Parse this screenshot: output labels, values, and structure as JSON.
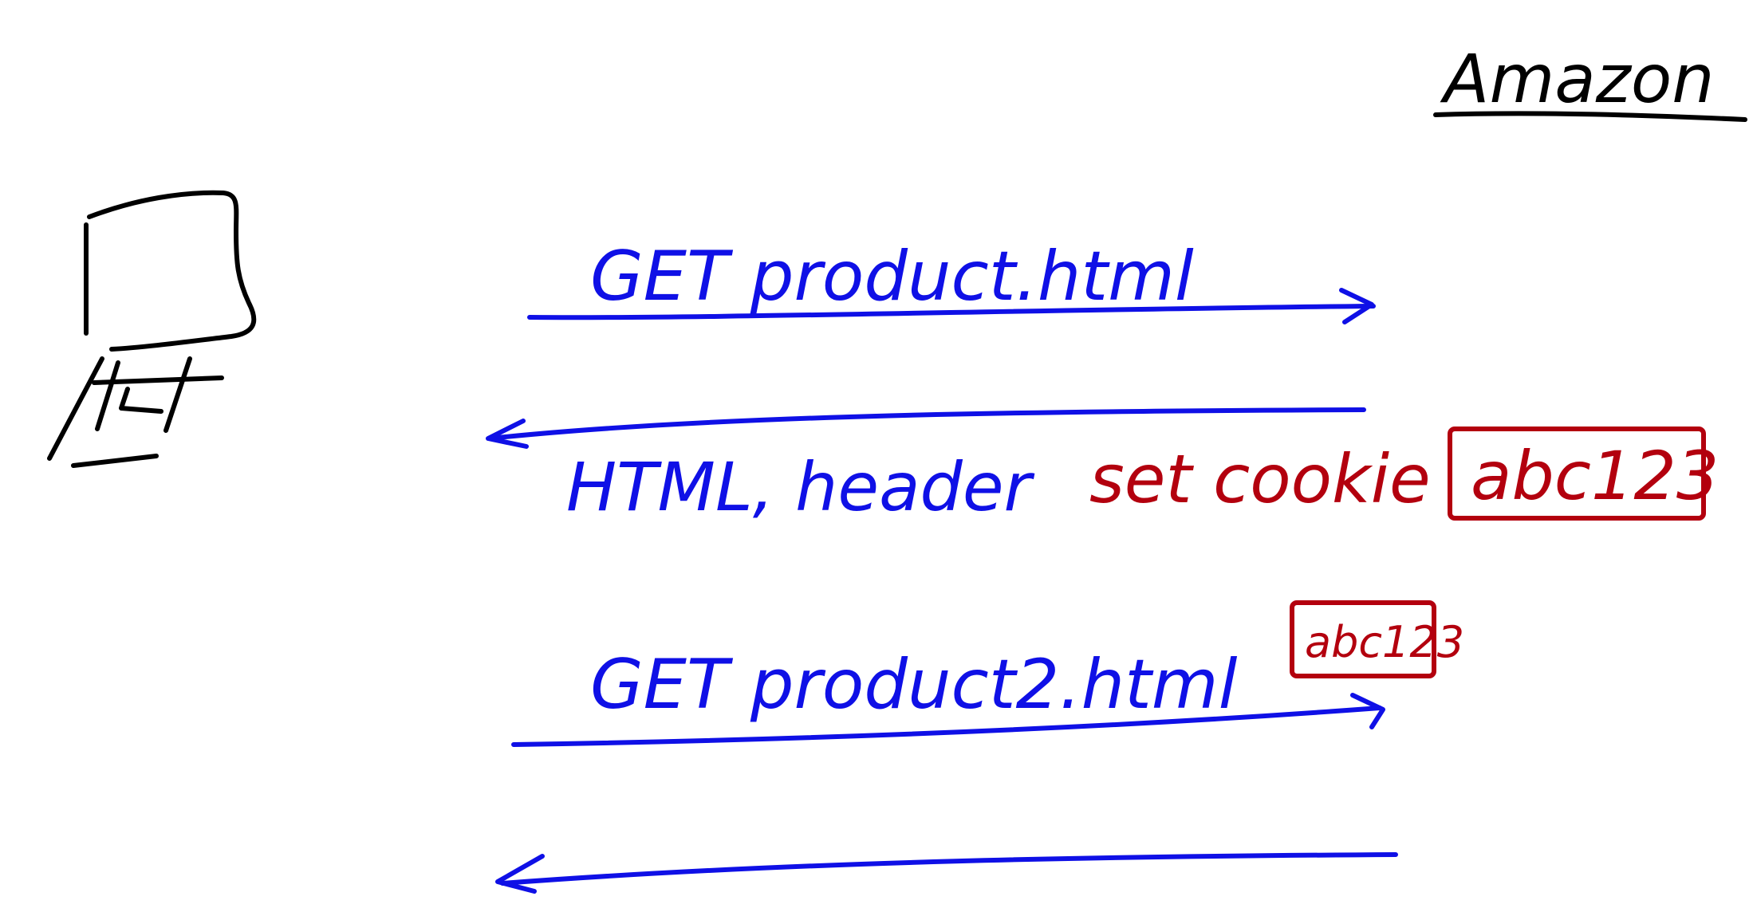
{
  "server": {
    "label": "Amazon"
  },
  "colors": {
    "blue": "#0f10e6",
    "red": "#b3000e",
    "black": "#000000"
  },
  "messages": [
    {
      "direction": "client-to-server",
      "text": "GET product.html",
      "cookie": ""
    },
    {
      "direction": "server-to-client",
      "text": "HTML, header",
      "set_cookie_label": "set cookie",
      "cookie": "abc123"
    },
    {
      "direction": "client-to-server",
      "text": "GET product2.html",
      "cookie": "abc123"
    },
    {
      "direction": "server-to-client",
      "text": "",
      "cookie": ""
    }
  ]
}
